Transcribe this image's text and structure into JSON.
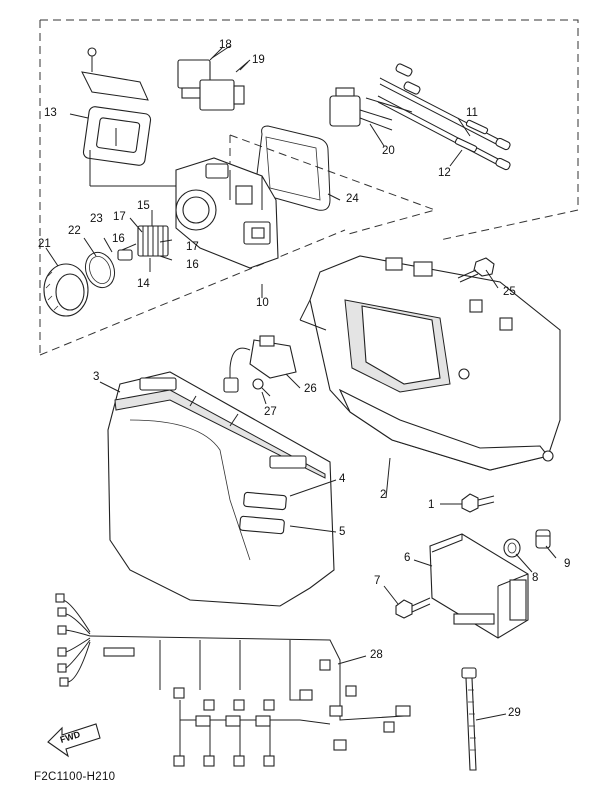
{
  "diagram": {
    "code": "F2C1100-H210",
    "fwd_label": "FWD",
    "callouts": [
      {
        "id": "c1",
        "text": "1"
      },
      {
        "id": "c2",
        "text": "2"
      },
      {
        "id": "c3",
        "text": "3"
      },
      {
        "id": "c4",
        "text": "4"
      },
      {
        "id": "c5",
        "text": "5"
      },
      {
        "id": "c6",
        "text": "6"
      },
      {
        "id": "c7",
        "text": "7"
      },
      {
        "id": "c8",
        "text": "8"
      },
      {
        "id": "c9",
        "text": "9"
      },
      {
        "id": "c10",
        "text": "10"
      },
      {
        "id": "c11",
        "text": "11"
      },
      {
        "id": "c12",
        "text": "12"
      },
      {
        "id": "c13",
        "text": "13"
      },
      {
        "id": "c14",
        "text": "14"
      },
      {
        "id": "c15",
        "text": "15"
      },
      {
        "id": "c16a",
        "text": "16"
      },
      {
        "id": "c16b",
        "text": "16"
      },
      {
        "id": "c17a",
        "text": "17"
      },
      {
        "id": "c17b",
        "text": "17"
      },
      {
        "id": "c18",
        "text": "18"
      },
      {
        "id": "c19",
        "text": "19"
      },
      {
        "id": "c20",
        "text": "20"
      },
      {
        "id": "c21",
        "text": "21"
      },
      {
        "id": "c22",
        "text": "22"
      },
      {
        "id": "c23",
        "text": "23"
      },
      {
        "id": "c24",
        "text": "24"
      },
      {
        "id": "c25",
        "text": "25"
      },
      {
        "id": "c26",
        "text": "26"
      },
      {
        "id": "c27",
        "text": "27"
      },
      {
        "id": "c28",
        "text": "28"
      },
      {
        "id": "c29",
        "text": "29"
      }
    ]
  }
}
